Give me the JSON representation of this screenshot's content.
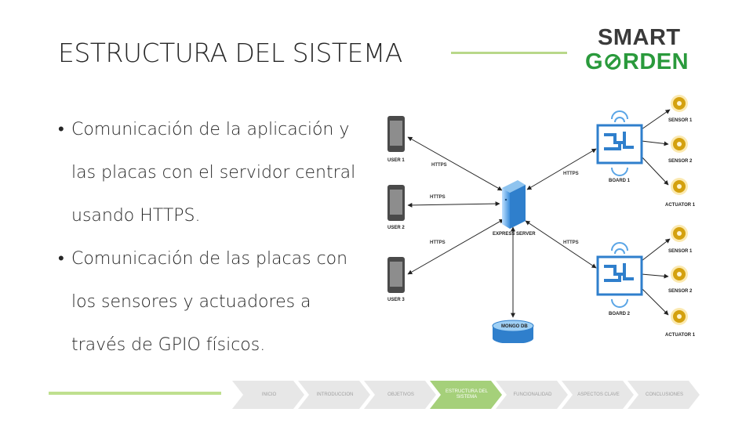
{
  "slide": {
    "title": "ESTRUCTURA DEL SISTEMA",
    "bullet_glyph": "•",
    "bullets": [
      {
        "lines": [
          "Comunicación de la aplicación y",
          "las placas con el servidor central",
          "usando HTTPS."
        ]
      },
      {
        "lines": [
          "Comunicación de las placas con",
          "los sensores y actuadores a",
          "través de GPIO físicos."
        ]
      }
    ]
  },
  "logo": {
    "line1": "SMART",
    "line2": "GORDEN",
    "brand_color": "#2a9a3c"
  },
  "diagram": {
    "users": [
      "USER 1",
      "USER 2",
      "USER 3"
    ],
    "server": "EXPRESS SERVER",
    "database": "MONGO DB",
    "boards": [
      "BOARD 1",
      "BOARD 2"
    ],
    "devices": [
      [
        "SENSOR 1",
        "SENSOR 2",
        "ACTUATOR 1"
      ],
      [
        "SENSOR 1",
        "SENSOR 2",
        "ACTUATOR 1"
      ]
    ],
    "link_label": "HTTPS"
  },
  "nav": {
    "steps": [
      "INICIO",
      "INTRODUCCION",
      "OBJETIVOS",
      "ESTRUCTURA DEL SISTEMA",
      "FUNCIONALIDAD",
      "ASPECTOS CLAVE",
      "CONCLUSIONES"
    ],
    "active_index": 3,
    "active_color": "#a5d07a",
    "inactive_color": "#e7e7e7"
  }
}
